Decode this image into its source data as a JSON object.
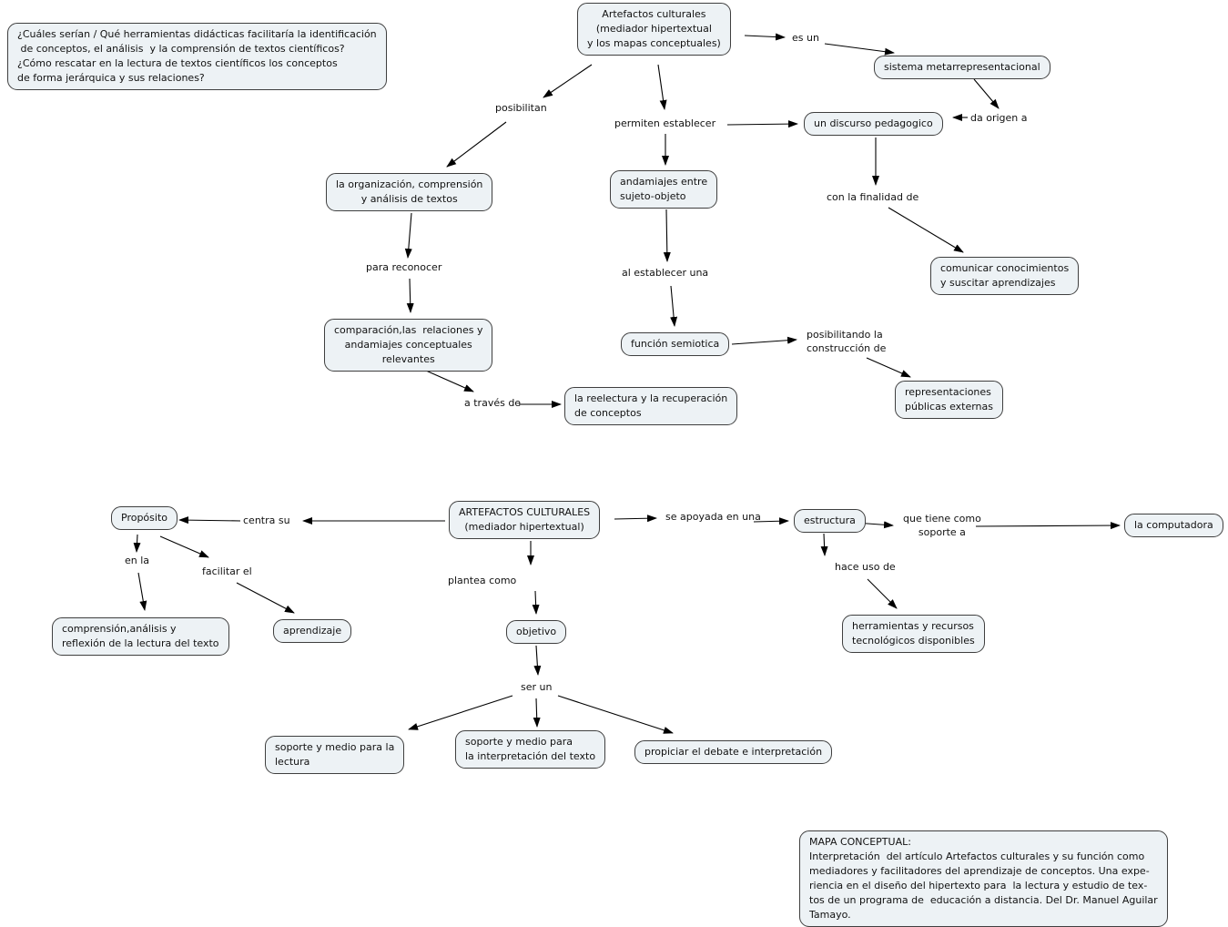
{
  "colors": {
    "background": "#ffffff",
    "node_fill": "#edf2f5",
    "node_border": "#3f3f3f",
    "text": "#111111",
    "line": "#000000"
  },
  "map1": {
    "question_note": "¿Cuáles serían / Qué herramientas didácticas facilitaría la identificación\n de conceptos, el análisis  y la comprensión de textos científicos?\n¿Cómo rescatar en la lectura de textos científicos los conceptos\nde forma jerárquica y sus relaciones?",
    "nodes": {
      "artefactos": "Artefactos culturales\n(mediador hipertextual\ny los mapas conceptuales)",
      "sistema": "sistema metarrepresentacional",
      "discurso": "un discurso pedagogico",
      "organizacion": "la organización, comprensión\ny análisis de textos",
      "andamiajes": "andamiajes entre\nsujeto-objeto",
      "comunicar": "comunicar conocimientos\ny suscitar aprendizajes",
      "comparacion": "comparación,las  relaciones y\nandamiajes conceptuales\nrelevantes",
      "funcion": "función semiotica",
      "reelectura": "la reelectura y la recuperación\nde conceptos",
      "representaciones": "representaciones\npúblicas externas"
    },
    "links": {
      "es_un": "es un",
      "da_origen": "da origen a",
      "posibilitan": "posibilitan",
      "permiten": "permiten establecer",
      "finalidad": "con la finalidad de",
      "para_reconocer": "para reconocer",
      "al_establecer": "al establecer una",
      "a_traves": "a través de",
      "posibilitando": "posibilitando la\nconstrucción de"
    }
  },
  "map2": {
    "nodes": {
      "artefactos": "ARTEFACTOS CULTURALES\n(mediador hipertextual)",
      "proposito": "Propósito",
      "comprension": "comprensión,análisis y\nreflexión de la lectura del texto",
      "aprendizaje": "aprendizaje",
      "objetivo": "objetivo",
      "soporte_lectura": "soporte y medio para la\nlectura",
      "soporte_interpretacion": "soporte y medio para\nla interpretación del texto",
      "propiciar": "propiciar el debate e interpretación",
      "estructura": "estructura",
      "computadora": "la computadora",
      "herramientas": "herramientas y recursos\ntecnológicos disponibles"
    },
    "links": {
      "centra_su": "centra su",
      "en_la": "en la",
      "facilitar": "facilitar el",
      "plantea": "plantea como",
      "ser_un": "ser un",
      "se_apoyada": "se apoyada en una",
      "que_tiene": "que tiene como\nsoporte a",
      "hace_uso": "hace uso de"
    }
  },
  "footer_note": "MAPA CONCEPTUAL:\nInterpretación  del artículo Artefactos culturales y su función como\nmediadores y facilitadores del aprendizaje de conceptos. Una expe-\nriencia en el diseño del hipertexto para  la lectura y estudio de tex-\ntos de un programa de  educación a distancia. Del Dr. Manuel Aguilar\nTamayo."
}
